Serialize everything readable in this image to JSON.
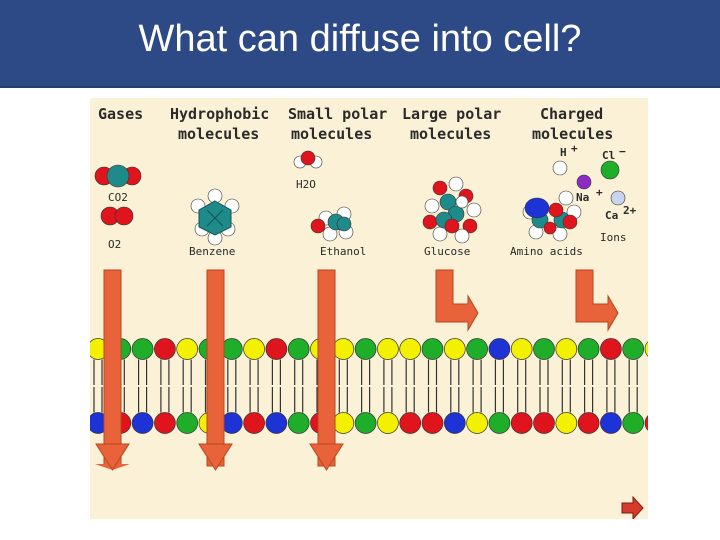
{
  "slide": {
    "title": "What can diffuse into cell?"
  },
  "figure": {
    "categories": [
      {
        "line1": "Gases",
        "line2": ""
      },
      {
        "line1": "Hydrophobic",
        "line2": "molecules"
      },
      {
        "line1": "Small polar",
        "line2": "molecules"
      },
      {
        "line1": "Large polar",
        "line2": "molecules"
      },
      {
        "line1": "Charged",
        "line2": "molecules"
      }
    ],
    "molecules": {
      "co2": "CO2",
      "o2": "O2",
      "benzene": "Benzene",
      "h2o": "H2O",
      "ethanol": "Ethanol",
      "glucose": "Glucose",
      "amino_acids": "Amino acids",
      "ions": "Ions"
    },
    "ions": {
      "h": "H",
      "h_charge": "+",
      "cl": "Cl",
      "cl_charge": "−",
      "na": "Na",
      "na_charge": "+",
      "ca": "Ca",
      "ca_charge": "2+"
    },
    "colors": {
      "arrow": "#e8633a",
      "teal": "#1f8a8a",
      "red": "#e0141c",
      "yellow": "#f3f000",
      "green": "#1fae2a",
      "blue": "#1d33d6",
      "purple": "#8a2bc2",
      "background": "#fbf1d6",
      "title_bar": "#2d4a86"
    }
  }
}
